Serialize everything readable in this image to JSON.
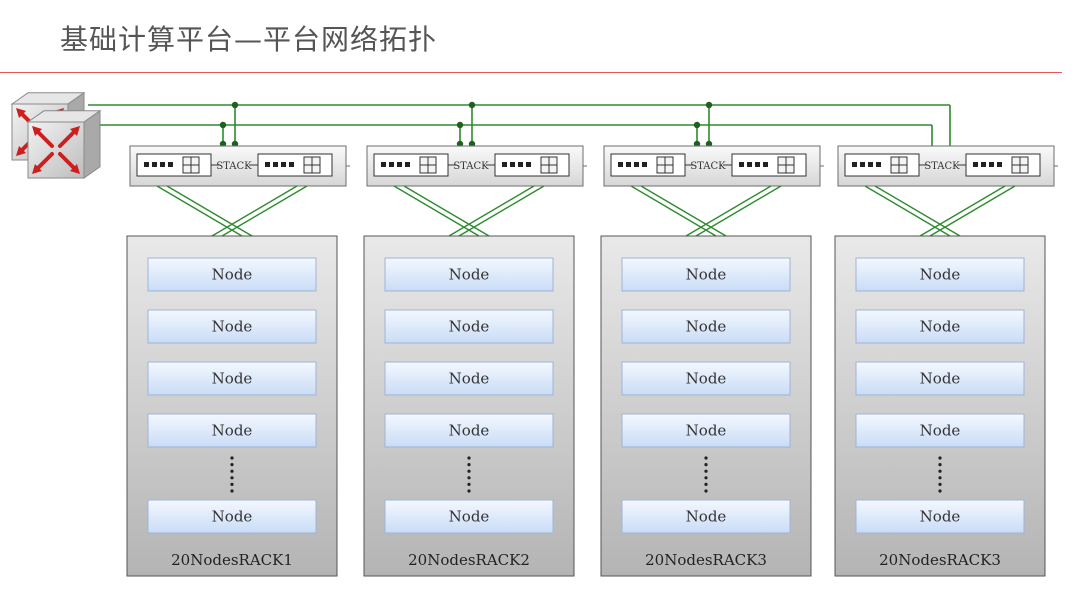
{
  "title": "基础计算平台—平台网络拓扑",
  "colors": {
    "title_rule": "#e05a5a",
    "link": "#2e8b2e",
    "junction": "#1f5f1f",
    "rack_fill_top": "#e9e9e9",
    "rack_fill_bottom": "#b4b4b4",
    "node_fill_top": "#f4f8ff",
    "node_fill_bottom": "#c9dcf6"
  },
  "core_router": {
    "icon": "core-router-icon"
  },
  "stack_label": "STACK",
  "racks": [
    {
      "label": "20NodesRACK1",
      "nodes": [
        "Node",
        "Node",
        "Node",
        "Node",
        "Node"
      ],
      "ellipsis": "⋮"
    },
    {
      "label": "20NodesRACK2",
      "nodes": [
        "Node",
        "Node",
        "Node",
        "Node",
        "Node"
      ],
      "ellipsis": "⋮"
    },
    {
      "label": "20NodesRACK3",
      "nodes": [
        "Node",
        "Node",
        "Node",
        "Node",
        "Node"
      ],
      "ellipsis": "⋮"
    },
    {
      "label": "20NodesRACK3",
      "nodes": [
        "Node",
        "Node",
        "Node",
        "Node",
        "Node"
      ],
      "ellipsis": "⋮"
    }
  ]
}
